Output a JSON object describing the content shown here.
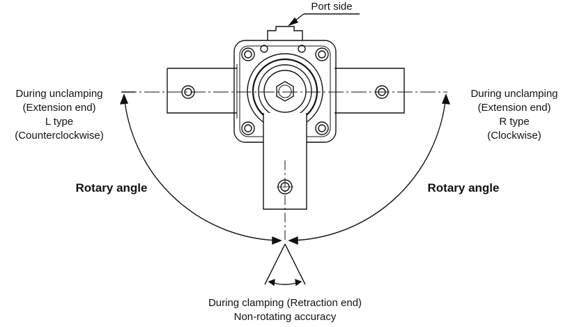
{
  "labels": {
    "port_side": "Port side",
    "left": {
      "line1": "During unclamping",
      "line2": "(Extension end)",
      "line3": "L type",
      "line4": "(Counterclockwise)"
    },
    "right": {
      "line1": "During unclamping",
      "line2": "(Extension end)",
      "line3": "R type",
      "line4": "(Clockwise)"
    },
    "rotary_angle_left": "Rotary angle",
    "rotary_angle_right": "Rotary angle",
    "bottom": {
      "line1": "During clamping (Retraction end)",
      "line2": "Non-rotating accuracy"
    }
  },
  "colors": {
    "ink": "#111111",
    "background": "#ffffff"
  }
}
